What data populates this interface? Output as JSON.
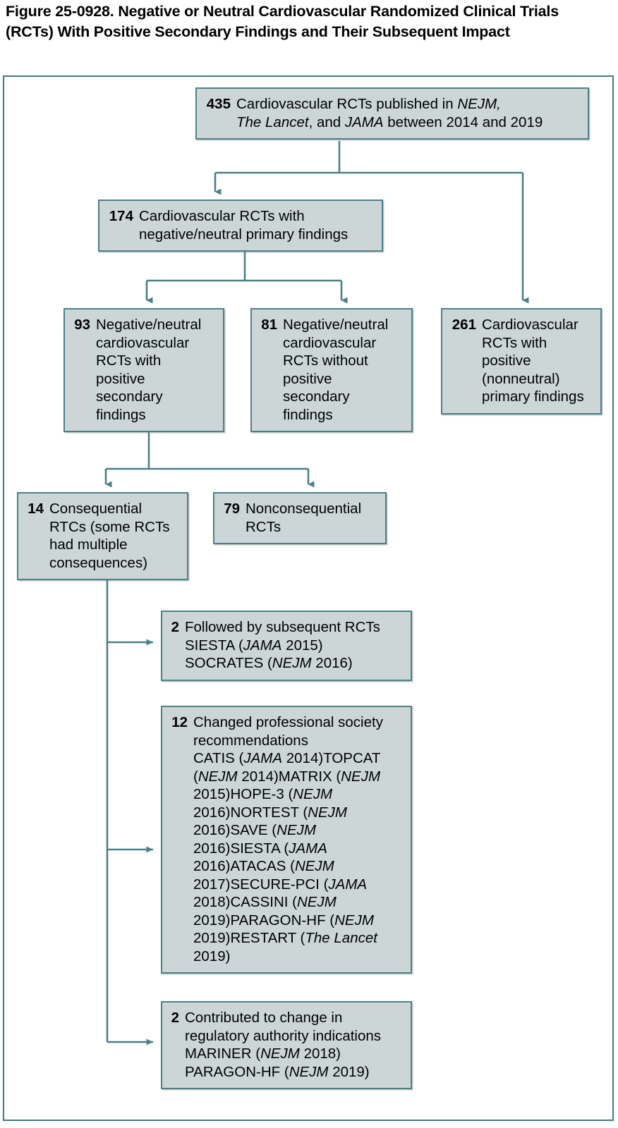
{
  "figure": {
    "title": "Figure 25-0928. Negative or Neutral Cardiovascular Randomized Clinical Trials (RCTs) With Positive Secondary Findings and Their Subsequent Impact",
    "accent_border_color": "#4d8085",
    "node_fill_color": "#ccd6d7",
    "frame_color": "#3f7a80"
  },
  "chart_data": {
    "type": "diagram",
    "title": "Figure 25-0928. Negative or Neutral Cardiovascular Randomized Clinical Trials (RCTs) With Positive Secondary Findings and Their Subsequent Impact",
    "nodes": [
      {
        "id": "n435",
        "count": "435",
        "lines": [
          "Cardiovascular RCTs published in NEJM,",
          "The Lancet, and JAMA between 2014 and 2019"
        ]
      },
      {
        "id": "n174",
        "count": "174",
        "lines": [
          "Cardiovascular RCTs with",
          "negative/neutral primary findings"
        ]
      },
      {
        "id": "n93",
        "count": "93",
        "lines": [
          "Negative/neutral",
          "cardiovascular",
          "RCTs with",
          "positive",
          "secondary",
          "findings"
        ]
      },
      {
        "id": "n81",
        "count": "81",
        "lines": [
          "Negative/neutral",
          "cardiovascular",
          "RCTs without",
          "positive",
          "secondary",
          "findings"
        ]
      },
      {
        "id": "n261",
        "count": "261",
        "lines": [
          "Cardiovascular",
          "RCTs with",
          "positive",
          "(nonneutral)",
          "primary findings"
        ]
      },
      {
        "id": "n14",
        "count": "14",
        "lines": [
          "Consequential",
          "RTCs (some RCTs",
          "had multiple",
          "consequences)"
        ]
      },
      {
        "id": "n79",
        "count": "79",
        "lines": [
          "Nonconsequential",
          "RCTs"
        ]
      },
      {
        "id": "n2a",
        "count": "2",
        "lines": [
          "Followed by subsequent RCTs",
          "SIESTA (JAMA 2015)",
          "SOCRATES (NEJM 2016)"
        ]
      },
      {
        "id": "n12",
        "count": "12",
        "lines": [
          "Changed professional society",
          "recommendations",
          "CATIS (JAMA 2014)",
          "TOPCAT (NEJM 2014)",
          "MATRIX (NEJM 2015)",
          "HOPE-3 (NEJM 2016)",
          "NORTEST (NEJM 2016)",
          "SAVE (NEJM 2016)",
          "SIESTA (JAMA 2016)",
          "ATACAS (NEJM 2017)",
          "SECURE-PCI (JAMA 2018)",
          "CASSINI (NEJM 2019)",
          "PARAGON-HF (NEJM 2019)",
          "RESTART (The Lancet 2019)"
        ]
      },
      {
        "id": "n2b",
        "count": "2",
        "lines": [
          "Contributed to change in",
          "regulatory authority indications",
          "MARINER (NEJM 2018)",
          "PARAGON-HF (NEJM 2019)"
        ]
      }
    ],
    "edges": [
      {
        "from": "n435",
        "to": "n174"
      },
      {
        "from": "n435",
        "to": "n261"
      },
      {
        "from": "n174",
        "to": "n93"
      },
      {
        "from": "n174",
        "to": "n81"
      },
      {
        "from": "n93",
        "to": "n14"
      },
      {
        "from": "n93",
        "to": "n79"
      },
      {
        "from": "n14",
        "to": "n2a"
      },
      {
        "from": "n14",
        "to": "n12"
      },
      {
        "from": "n14",
        "to": "n2b"
      }
    ]
  },
  "nodes": {
    "n435": {
      "count": "435",
      "line1_a": "Cardiovascular RCTs published in ",
      "line1_i": "NEJM,",
      "line2_i1": "The Lancet",
      "line2_a": ", and ",
      "line2_i2": "JAMA",
      "line2_b": " between 2014 and 2019"
    },
    "n174": {
      "count": "174",
      "line1": "Cardiovascular RCTs with",
      "line2": "negative/neutral primary findings"
    },
    "n93": {
      "count": "93",
      "line1": "Negative/neutral",
      "line2": "cardiovascular",
      "line3": "RCTs with",
      "line4": "positive",
      "line5": "secondary",
      "line6": "findings"
    },
    "n81": {
      "count": "81",
      "line1": "Negative/neutral",
      "line2": "cardiovascular",
      "line3": "RCTs without",
      "line4": "positive",
      "line5": "secondary",
      "line6": "findings"
    },
    "n261": {
      "count": "261",
      "line1": "Cardiovascular",
      "line2": "RCTs with",
      "line3": "positive",
      "line4": "(nonneutral)",
      "line5": "primary findings"
    },
    "n14": {
      "count": "14",
      "line1": "Consequential",
      "line2": "RTCs (some RCTs",
      "line3": "had multiple",
      "line4": "consequences)"
    },
    "n79": {
      "count": "79",
      "line1": "Nonconsequential",
      "line2": "RCTs"
    },
    "n2a": {
      "count": "2",
      "line1": "Followed by subsequent RCTs",
      "t1_name": "SIESTA (",
      "t1_jrnl": "JAMA",
      "t1_year": " 2015)",
      "t2_name": "SOCRATES (",
      "t2_jrnl": "NEJM",
      "t2_year": " 2016)"
    },
    "n12": {
      "count": "12",
      "line1": "Changed professional society",
      "line2": "recommendations",
      "trials": [
        {
          "name": "CATIS (",
          "jrnl": "JAMA",
          "year": " 2014)"
        },
        {
          "name": "TOPCAT (",
          "jrnl": "NEJM",
          "year": " 2014)"
        },
        {
          "name": "MATRIX (",
          "jrnl": "NEJM",
          "year": " 2015)"
        },
        {
          "name": "HOPE-3 (",
          "jrnl": "NEJM",
          "year": " 2016)"
        },
        {
          "name": "NORTEST (",
          "jrnl": "NEJM",
          "year": " 2016)"
        },
        {
          "name": "SAVE (",
          "jrnl": "NEJM",
          "year": " 2016)"
        },
        {
          "name": "SIESTA (",
          "jrnl": "JAMA",
          "year": " 2016)"
        },
        {
          "name": "ATACAS (",
          "jrnl": "NEJM",
          "year": " 2017)"
        },
        {
          "name": "SECURE-PCI (",
          "jrnl": "JAMA",
          "year": " 2018)"
        },
        {
          "name": "CASSINI (",
          "jrnl": "NEJM",
          "year": " 2019)"
        },
        {
          "name": "PARAGON-HF (",
          "jrnl": "NEJM",
          "year": " 2019)"
        },
        {
          "name": "RESTART (",
          "jrnl": "The Lancet",
          "year": " 2019)"
        }
      ]
    },
    "n2b": {
      "count": "2",
      "line1": "Contributed to change in",
      "line2": "regulatory authority indications",
      "t1_name": "MARINER (",
      "t1_jrnl": "NEJM",
      "t1_year": " 2018)",
      "t2_name": "PARAGON-HF (",
      "t2_jrnl": "NEJM",
      "t2_year": " 2019)"
    }
  }
}
